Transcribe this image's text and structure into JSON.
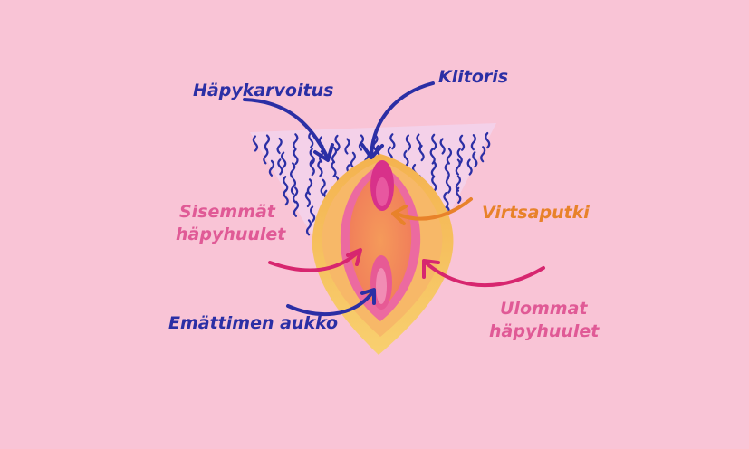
{
  "labels": {
    "pubic_hair": "Häpykarvoitus",
    "clitoris": "Klitoris",
    "inner_labia_line1": "Sisemmät",
    "inner_labia_line2": "häpyhuulet",
    "urethra": "Virtsaputki",
    "vaginal_opening": "Emättimen aukko",
    "outer_labia_line1": "Ulommat",
    "outer_labia_line2": "häpyhuulet"
  },
  "colors": {
    "background": "#f9c4d6",
    "label_blue": "#2b2fa5",
    "label_pink": "#e05a96",
    "label_orange": "#e8822a",
    "arrow_magenta": "#d7266f"
  }
}
